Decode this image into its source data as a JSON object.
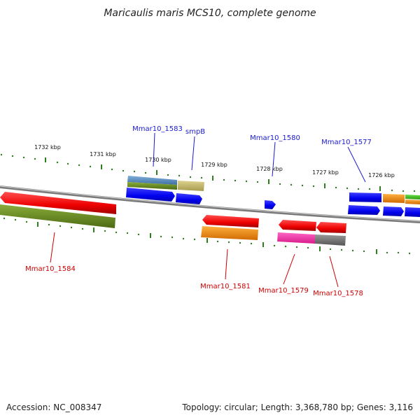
{
  "title": "Maricaulis maris MCS10, complete genome",
  "footer": {
    "accession": "Accession: NC_008347",
    "summary": "Topology: circular; Length: 3,368,780 bp; Genes: 3,116"
  },
  "ticks": [
    "1732 kbp",
    "1731 kbp",
    "1730 kbp",
    "1729 kbp",
    "1728 kbp",
    "1727 kbp",
    "1726 kbp"
  ],
  "genes": {
    "mmar10_1583": "Mmar10_1583",
    "smpb": "smpB",
    "mmar10_1580": "Mmar10_1580",
    "mmar10_1577": "Mmar10_1577",
    "mmar10_1584": "Mmar10_1584",
    "mmar10_1581": "Mmar10_1581",
    "mmar10_1579": "Mmar10_1579",
    "mmar10_1578": "Mmar10_1578"
  },
  "colors": {
    "forward_label": "#1a1ad0",
    "reverse_label": "#cc0000",
    "backbone": "#808080",
    "tick": "#2e7d1e",
    "blue_cds": "#0000ee",
    "red_cds": "#ee0000",
    "olive_feature": "#6b8e23",
    "orange_feature": "#ff8c00",
    "magenta_feature": "#ff33aa",
    "gray_feature": "#777777",
    "steel_feature": "#4f86b8",
    "khaki_feature": "#c8bc73",
    "green_feature": "#44cc22"
  }
}
